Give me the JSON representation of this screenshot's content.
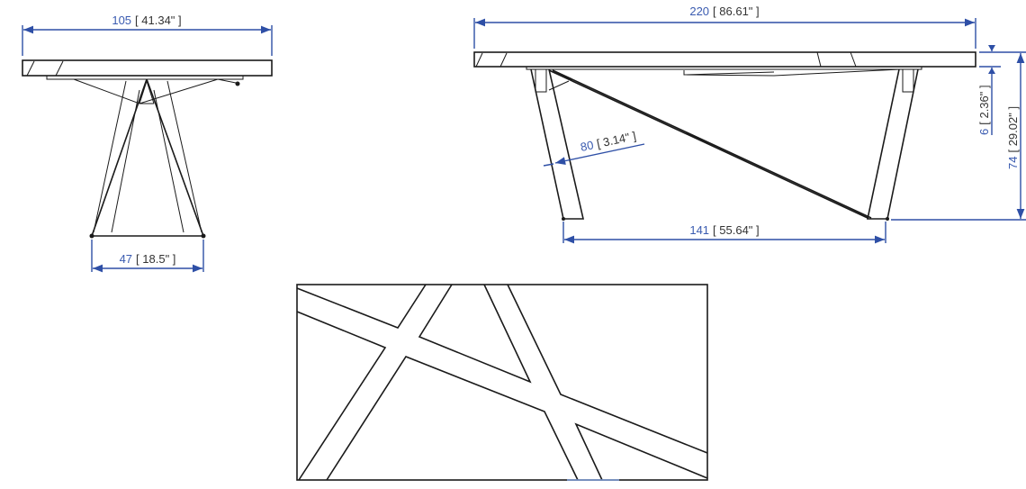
{
  "colors": {
    "dimension": "#2e4fa6",
    "outline": "#1a1a1a"
  },
  "end_view": {
    "width_dim": {
      "value": "105",
      "inches": "[ 41.34\" ]"
    },
    "base_dim": {
      "value": "47",
      "inches": "[ 18.5\" ]"
    }
  },
  "side_view": {
    "length_dim": {
      "value": "220",
      "inches": "[ 86.61\" ]"
    },
    "top_thickness_dim": {
      "value": "6",
      "inches": "[ 2.36\" ]"
    },
    "height_dim": {
      "value": "74",
      "inches": "[ 29.02\" ]"
    },
    "leg_width_dim": {
      "value": "80",
      "inches": "[ 3.14\" ]"
    },
    "leg_span_dim": {
      "value": "141",
      "inches": "[ 55.64\" ]"
    }
  }
}
